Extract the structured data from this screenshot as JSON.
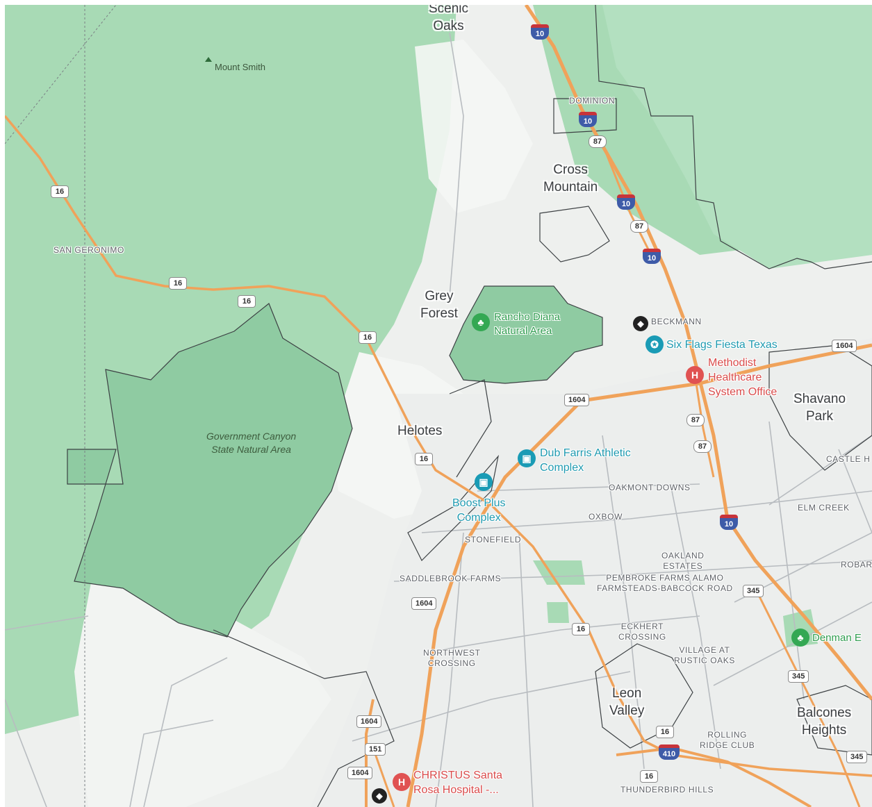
{
  "map": {
    "places": {
      "scenic_oaks": "Scenic\nOaks",
      "cross_mountain": "Cross\nMountain",
      "grey_forest": "Grey\nForest",
      "helotes": "Helotes",
      "shavano_park": "Shavano\nPark",
      "leon_valley": "Leon\nValley",
      "balcones_heights": "Balcones\nHeights"
    },
    "neighborhoods": {
      "dominion": "DOMINION",
      "san_geronimo": "SAN GERONIMO",
      "beckmann": "BECKMANN",
      "castle_hills": "CASTLE H",
      "oakmont_downs": "OAKMONT DOWNS",
      "elm_creek": "ELM CREEK",
      "oxbow": "OXBOW",
      "stonefield": "STONEFIELD",
      "oakland_estates": "OAKLAND\nESTATES",
      "robards": "ROBAR",
      "saddlebrook_farms": "SADDLEBROOK FARMS",
      "pembroke_farms": "PEMBROKE FARMS ALAMO\nFARMSTEADS-BABCOCK ROAD",
      "eckhert_crossing": "ECKHERT\nCROSSING",
      "northwest_crossing": "NORTHWEST\nCROSSING",
      "village_rustic_oaks": "VILLAGE AT\nRUSTIC OAKS",
      "rolling_ridge_club": "ROLLING\nRIDGE CLUB",
      "thunderbird_hills": "THUNDERBIRD HILLS"
    },
    "parks": {
      "government_canyon": "Government Canyon\nState Natural Area",
      "mount_smith": "Mount Smith"
    },
    "pois": {
      "rancho_diana": {
        "label": "Rancho Diana\nNatural Area",
        "icon": "park-icon",
        "color": "#34a853"
      },
      "six_flags": {
        "label": "Six Flags Fiesta Texas",
        "icon": "amusement-park-icon",
        "color": "#1a9bb5"
      },
      "methodist": {
        "label": "Methodist\nHealthcare\nSystem Office",
        "icon": "hospital-icon",
        "color": "#e05252"
      },
      "dub_farris": {
        "label": "Dub Farris Athletic\nComplex",
        "icon": "stadium-icon",
        "color": "#1a9bb5"
      },
      "boost_plus": {
        "label": "Boost Plus\nComplex",
        "icon": "stadium-icon",
        "color": "#1a9bb5"
      },
      "denman": {
        "label": "Denman E",
        "icon": "park-icon",
        "color": "#34a853"
      },
      "christus": {
        "label": "CHRISTUS Santa\nRosa Hospital -...",
        "icon": "hospital-icon",
        "color": "#e05252"
      }
    },
    "highways": {
      "i10": "10",
      "i410": "410",
      "us87": "87",
      "loop1604": "1604",
      "tx16": "16",
      "tx345": "345",
      "tx151": "151"
    },
    "colors": {
      "forest": "#a8dab5",
      "forest_dark": "#8fcba2",
      "urban": "#eef0ee",
      "highway": "#f0a25a",
      "road": "#b0b4b8",
      "boundary": "#3c4043"
    }
  }
}
